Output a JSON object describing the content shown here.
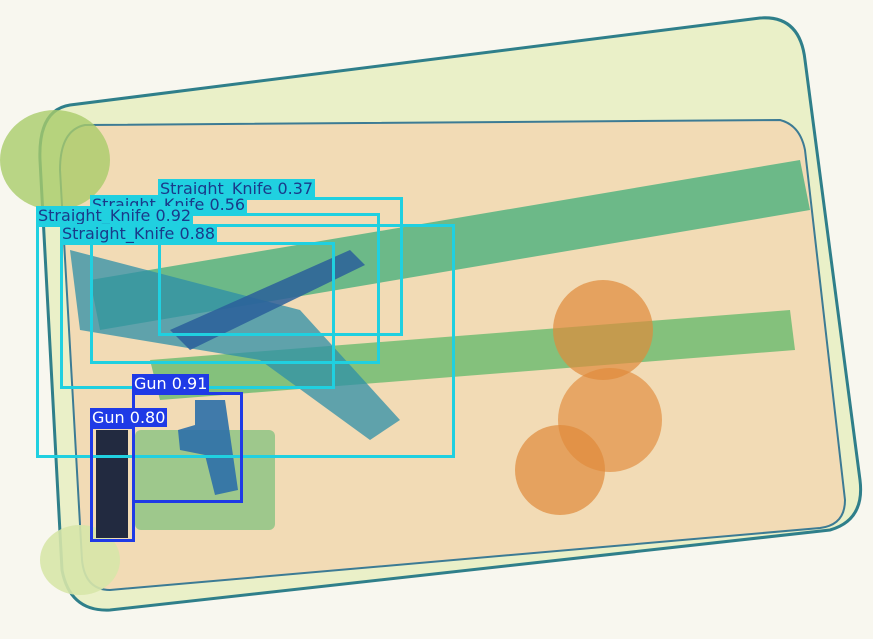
{
  "colors": {
    "straight_knife": "#20d0e0",
    "gun": "#1f3ae6",
    "knife_label_text": "#1a3a8a",
    "gun_label_text": "#ffffff"
  },
  "detections": [
    {
      "label": "Straight_Knife 0.37",
      "class": "Straight_Knife",
      "score": 0.37
    },
    {
      "label": "Straight_Knife 0.56",
      "class": "Straight_Knife",
      "score": 0.56
    },
    {
      "label": "Straight_Knife 0.92",
      "class": "Straight_Knife",
      "score": 0.92
    },
    {
      "label": "Straight_Knife 0.88",
      "class": "Straight_Knife",
      "score": 0.88
    },
    {
      "label": "Gun 0.91",
      "class": "Gun",
      "score": 0.91
    },
    {
      "label": "Gun 0.80",
      "class": "Gun",
      "score": 0.8
    }
  ]
}
